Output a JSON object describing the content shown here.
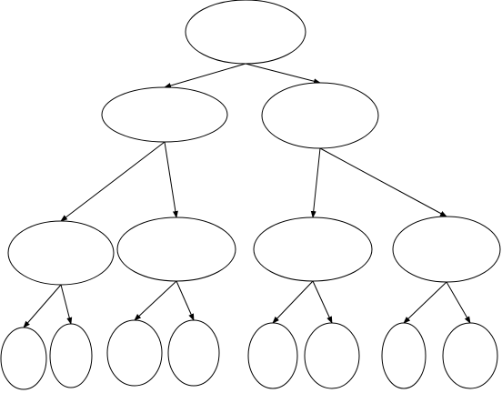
{
  "diagram": {
    "type": "binary-tree",
    "levels": 4,
    "nodes": [
      {
        "id": "n0",
        "level": 0,
        "label": ""
      },
      {
        "id": "n1",
        "level": 1,
        "label": ""
      },
      {
        "id": "n2",
        "level": 1,
        "label": ""
      },
      {
        "id": "n3",
        "level": 2,
        "label": ""
      },
      {
        "id": "n4",
        "level": 2,
        "label": ""
      },
      {
        "id": "n5",
        "level": 2,
        "label": ""
      },
      {
        "id": "n6",
        "level": 2,
        "label": ""
      },
      {
        "id": "n7",
        "level": 3,
        "label": ""
      },
      {
        "id": "n8",
        "level": 3,
        "label": ""
      },
      {
        "id": "n9",
        "level": 3,
        "label": ""
      },
      {
        "id": "n10",
        "level": 3,
        "label": ""
      },
      {
        "id": "n11",
        "level": 3,
        "label": ""
      },
      {
        "id": "n12",
        "level": 3,
        "label": ""
      },
      {
        "id": "n13",
        "level": 3,
        "label": ""
      },
      {
        "id": "n14",
        "level": 3,
        "label": ""
      }
    ],
    "edges": [
      {
        "from": "n0",
        "to": "n1"
      },
      {
        "from": "n0",
        "to": "n2"
      },
      {
        "from": "n1",
        "to": "n3"
      },
      {
        "from": "n1",
        "to": "n4"
      },
      {
        "from": "n2",
        "to": "n5"
      },
      {
        "from": "n2",
        "to": "n6"
      },
      {
        "from": "n3",
        "to": "n7"
      },
      {
        "from": "n3",
        "to": "n8"
      },
      {
        "from": "n4",
        "to": "n9"
      },
      {
        "from": "n4",
        "to": "n10"
      },
      {
        "from": "n5",
        "to": "n11"
      },
      {
        "from": "n5",
        "to": "n12"
      },
      {
        "from": "n6",
        "to": "n13"
      },
      {
        "from": "n6",
        "to": "n14"
      }
    ],
    "colors": {
      "stroke": "#000000",
      "fill": "#ffffff",
      "background": "#ffffff"
    }
  }
}
